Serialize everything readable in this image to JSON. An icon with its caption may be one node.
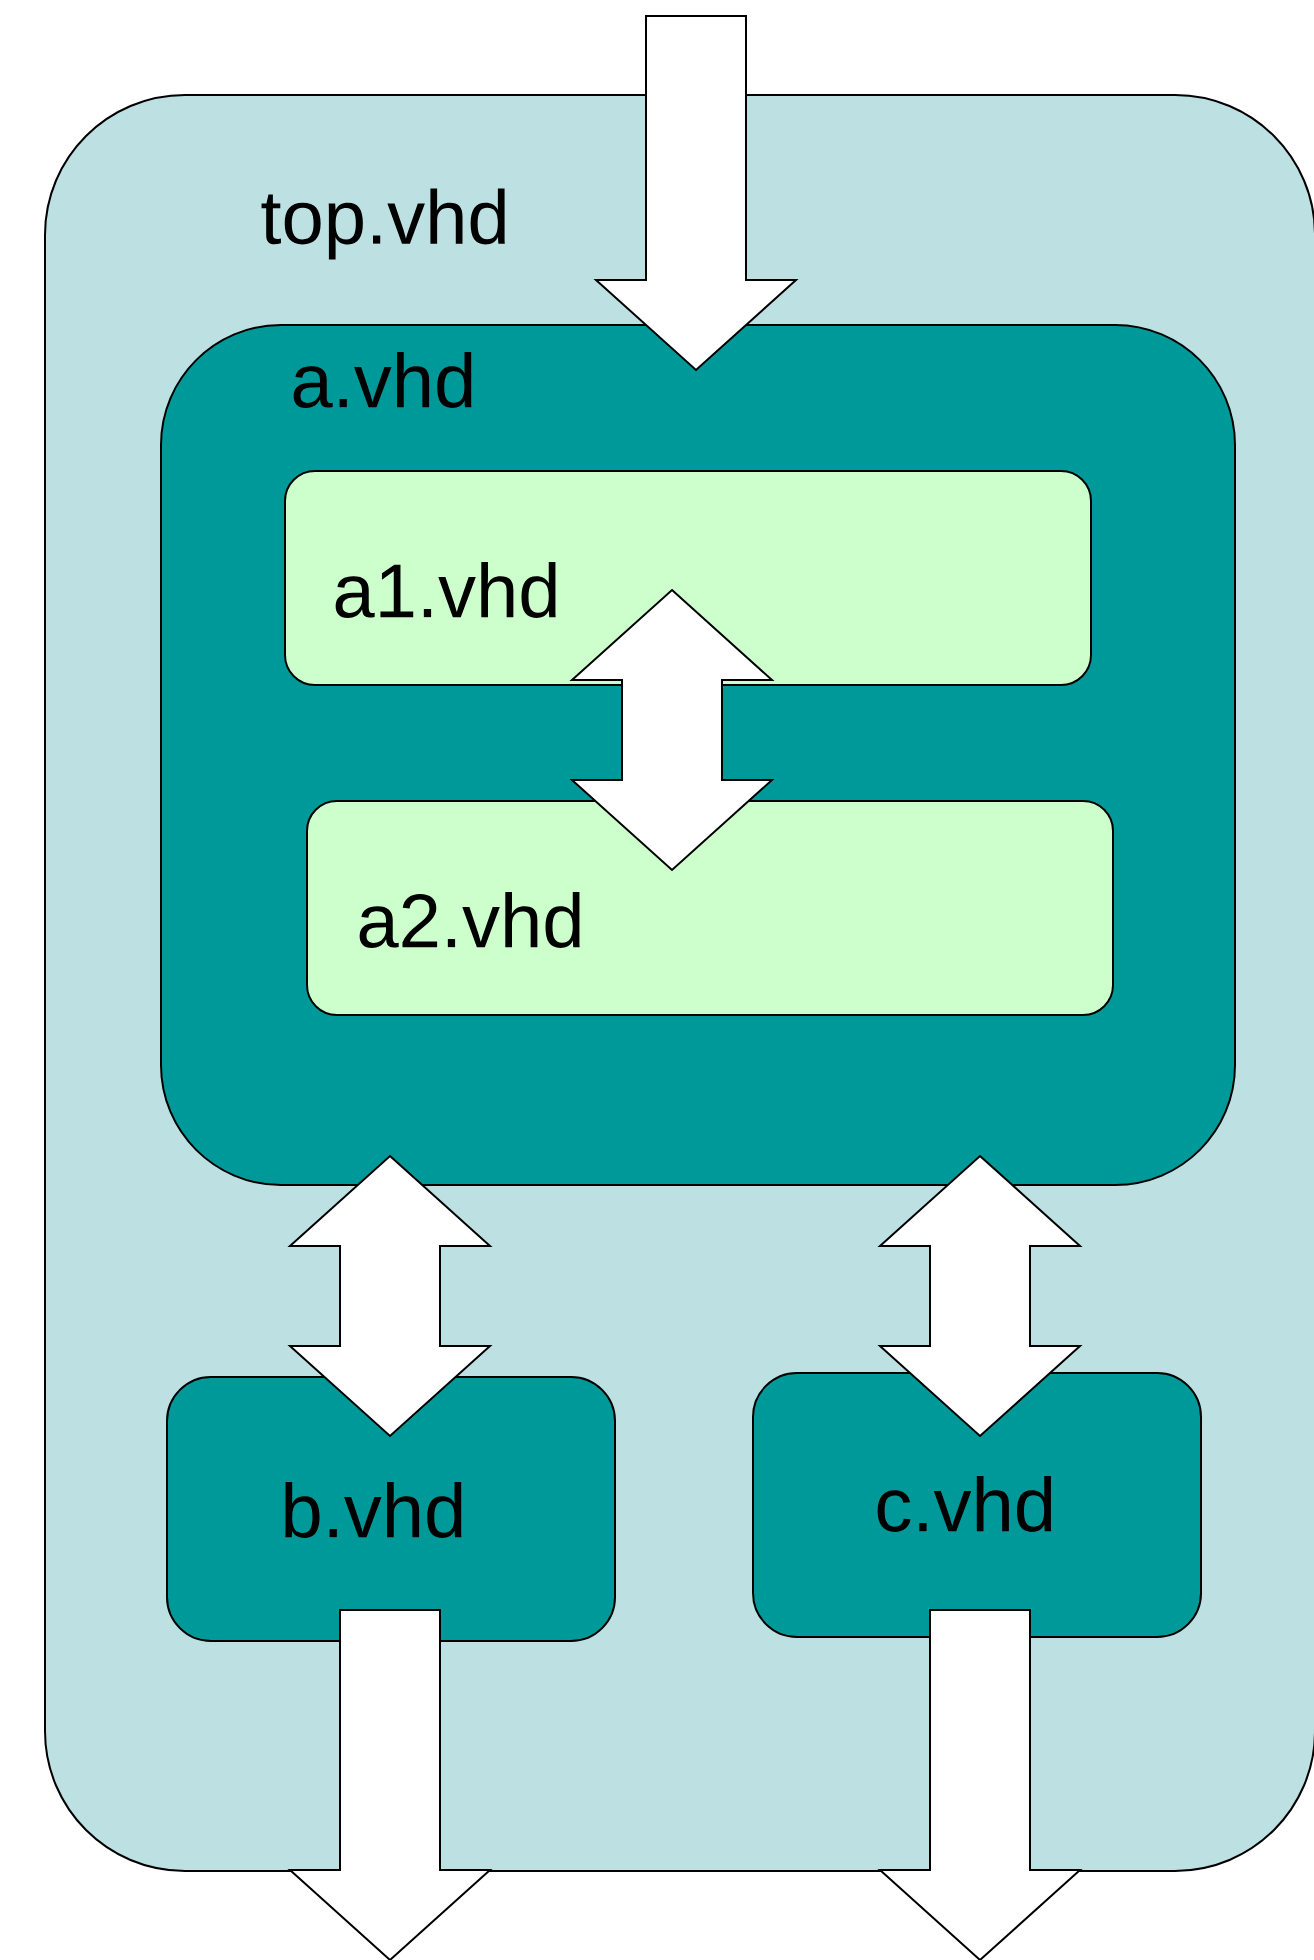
{
  "diagram": {
    "nodes": [
      {
        "text": [
          "top.vhd"
        ]
      },
      {
        "text": [
          "a.vhd"
        ],
        "in": 0
      },
      {
        "text": [
          "a1.vhd"
        ],
        "in": 1
      },
      {
        "text": [
          "a2.vhd"
        ],
        "in": 1
      },
      {
        "text": [
          "b.vhd"
        ],
        "in": 0
      },
      {
        "text": [
          "c.vhd"
        ],
        "in": 0
      }
    ],
    "edges": [
      {
        "from": null,
        "to": 1,
        "arrow": "to"
      },
      {
        "from": 2,
        "to": 3,
        "arrow": "both"
      },
      {
        "from": 1,
        "to": 4,
        "arrow": "both"
      },
      {
        "from": 1,
        "to": 5,
        "arrow": "both"
      },
      {
        "from": 4,
        "to": null,
        "arrow": "to"
      },
      {
        "from": 5,
        "to": null,
        "arrow": "to"
      }
    ]
  }
}
